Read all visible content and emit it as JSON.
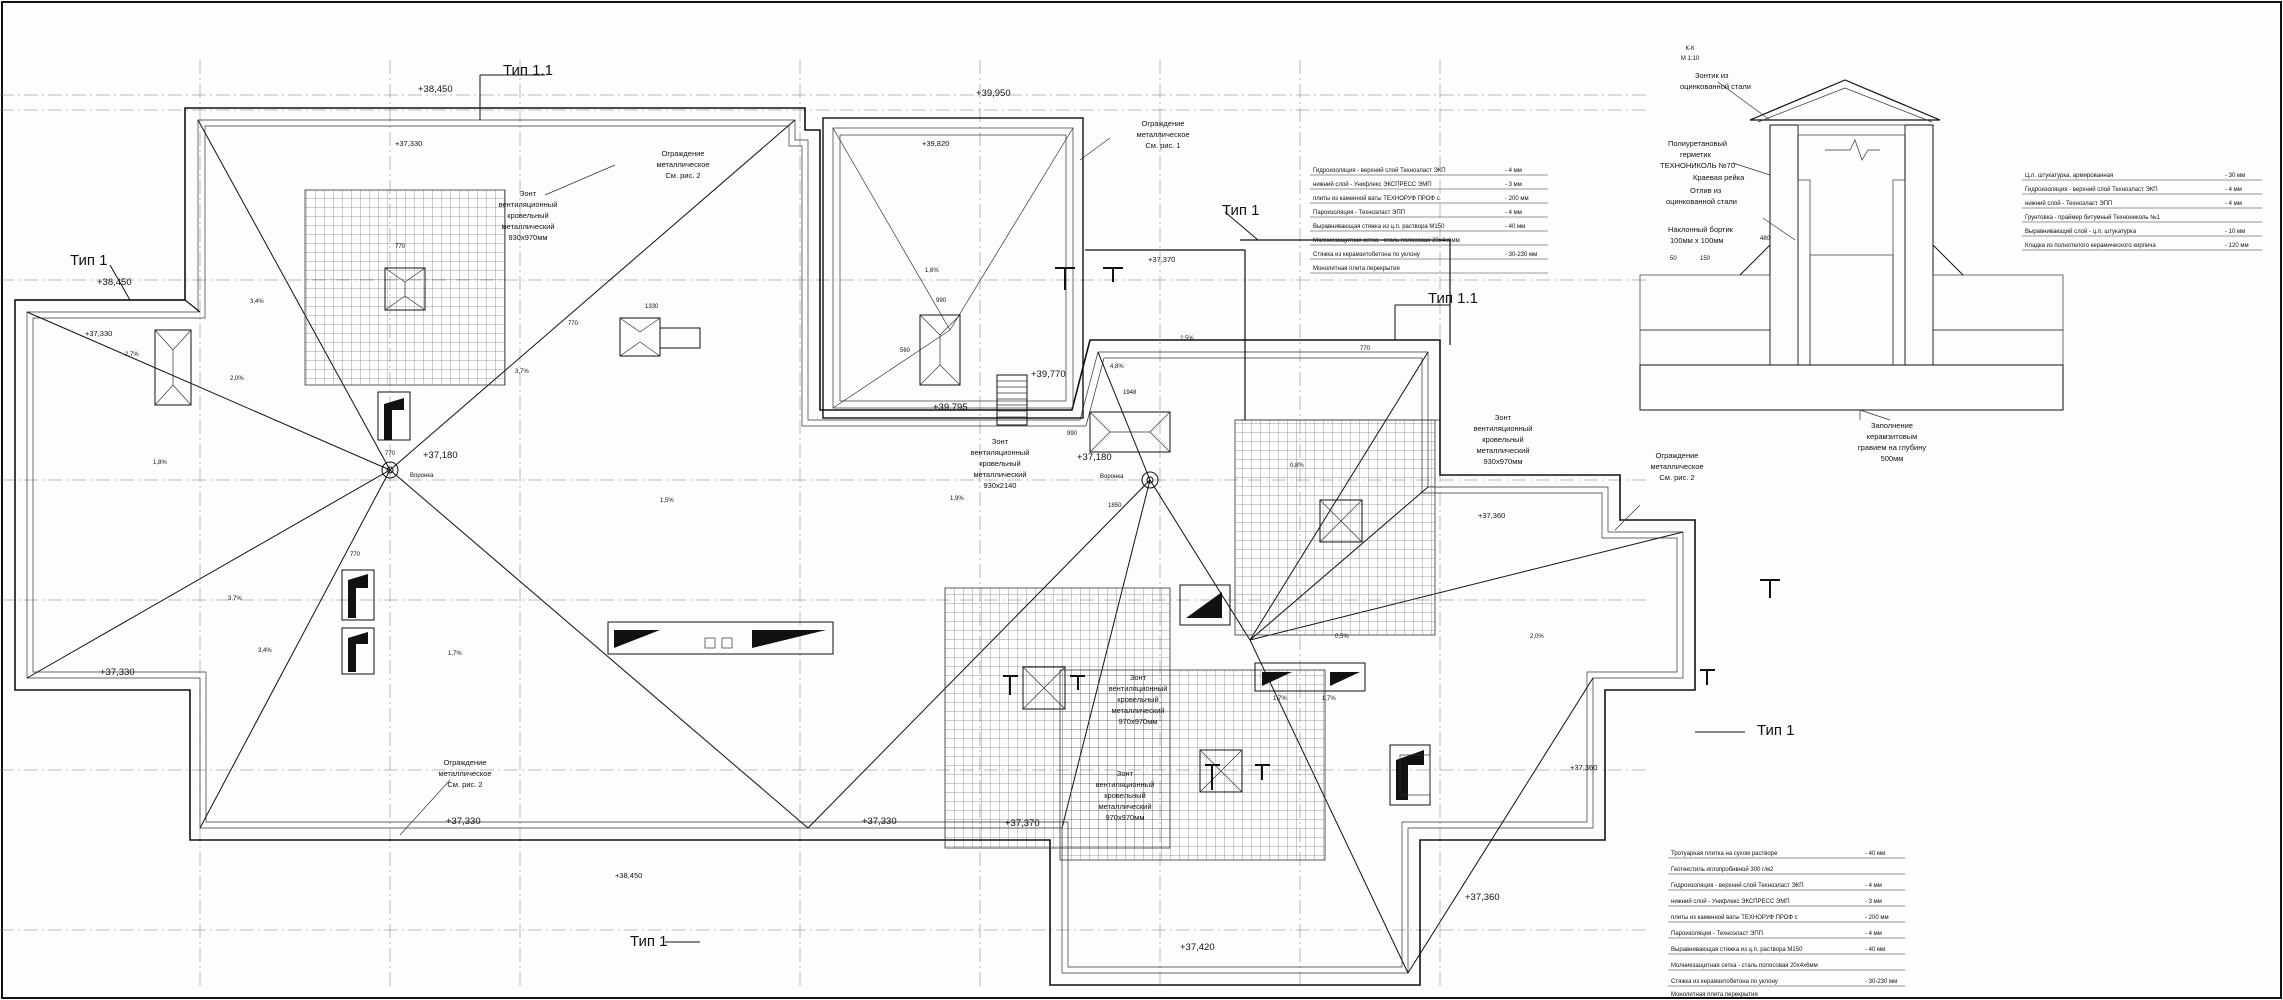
{
  "callouts": {
    "type11_top": "Тип 1.1",
    "type11_right": "Тип 1.1",
    "type1_left": "Тип 1",
    "type1_mid": "Тип 1",
    "type1_right": "Тип 1",
    "type1_bottom": "Тип 1"
  },
  "elevations": {
    "e_38450_top": "+38,450",
    "e_37330_top": "+37,330",
    "e_39950": "+39,950",
    "e_39820": "+39,820",
    "e_38450_left": "+38,450",
    "e_37330_left": "+37,330",
    "e_37180": "+37,180",
    "e_37370_mid": "+37,370",
    "e_39770": "+39,770",
    "e_39795": "+39,795",
    "e_37180_b": "+37,180",
    "e_37330_bl": "+37,330",
    "e_37330_b": "+37,330",
    "e_37330_bm": "+37,330",
    "e_37370_b": "+37,370",
    "e_38450_b": "+38,450",
    "e_37360_a": "+37,360",
    "e_37360_b": "+37,360",
    "e_37360_c": "+37,360",
    "e_37420": "+37,420"
  },
  "slopes": [
    "3,4%",
    "2,7%",
    "1,8%",
    "1,5%",
    "3,7%",
    "3,4%",
    "1,7%",
    "1,6%",
    "1,9%",
    "4,8%",
    "2,5%",
    "0,8%",
    "0,5%",
    "2,0%",
    "1,7%",
    "1,7%",
    "3,7%",
    "2,0%"
  ],
  "labels": {
    "vent1": [
      "Зонт",
      "вентиляционный",
      "кровельный",
      "металлический",
      "930х970мм"
    ],
    "vent2": [
      "Зонт",
      "вентиляционный",
      "кровельный",
      "металлический",
      "930х2140"
    ],
    "vent3": [
      "Зонт",
      "вентиляционный",
      "кровельный",
      "металлический",
      "930х970мм"
    ],
    "vent4": [
      "Зонт",
      "вентиляционный",
      "кровельный",
      "металлический",
      "970х970мм"
    ],
    "vent5": [
      "Зонт",
      "вентиляционный",
      "кровельный",
      "металлический",
      "970х970мм"
    ],
    "fence1": [
      "Ограждение",
      "металлическое",
      "См. рис. 2"
    ],
    "fence2": [
      "Ограждение",
      "металлическое",
      "См. рис. 1"
    ],
    "fence3": [
      "Ограждение",
      "металлическое",
      "См. рис. 2"
    ],
    "fence4": [
      "Ограждение",
      "металлическое",
      "См. рис. 2"
    ],
    "funnel1": "Воронка",
    "funnel2": "Воронка"
  },
  "detail": {
    "header": [
      "К-К",
      "М 1:10"
    ],
    "cap": [
      "Зонтик из",
      "оцинкованной стали"
    ],
    "sealant": [
      "Полиуретановый",
      "герметик",
      "ТЕХНОНИКОЛЬ №70"
    ],
    "rail": "Краевая рейка",
    "flashing": [
      "Отлив из",
      "оцинкованной стали"
    ],
    "fillet": [
      "Наклонный бортик",
      "100мм х 100мм"
    ],
    "fill": [
      "Заполнение",
      "керамзитовым",
      "гравием на глубину",
      "500мм"
    ],
    "dims": [
      "50",
      "150",
      "480"
    ]
  },
  "layers_wall": [
    [
      "Ц.п. штукатурка, армированная",
      "- 30 мм"
    ],
    [
      "Гидроизоляция - верхний слой Техноэласт ЭКП",
      "- 4 мм"
    ],
    [
      "нижний слой - Техноэласт ЭПП",
      "- 4 мм"
    ],
    [
      "Грунтовка - праймер битумный Технониколь №1",
      ""
    ],
    [
      "Выравнивающий слой - ц.п. штукатурка",
      "- 10 мм"
    ],
    [
      "Кладка из полнотелого керамического кирпича",
      "- 120 мм"
    ]
  ],
  "layers_roof": [
    [
      "Гидроизоляция - верхний слой Техноэласт ЭКП",
      "- 4 мм"
    ],
    [
      "нижний слой - Унифлекс ЭКСПРЕСС ЭМП",
      "- 3 мм"
    ],
    [
      "плиты из каменной ваты ТЕХНОРУФ ПРОФ с",
      "- 200 мм"
    ],
    [
      "Пароизоляция - Техноэласт ЭПП",
      "- 4 мм"
    ],
    [
      "Выравнивающая стяжка из ц.п. раствора М150",
      "- 40 мм"
    ],
    [
      "Молниезащитная сетка - сталь полосовая 20х4х6мм",
      ""
    ],
    [
      "Стяжка из керамзитобетона по уклону",
      "- 30-230 мм"
    ],
    [
      "Монолитная плита перекрытия",
      ""
    ]
  ],
  "layers_terrace": [
    [
      "Тротуарная плитка на сухом растворе",
      "- 40 мм"
    ],
    [
      "Геотекстиль иглопробивной 300 г/м2",
      ""
    ],
    [
      "Гидроизоляция - верхний слой Техноэласт ЭКП",
      "- 4 мм"
    ],
    [
      "нижний слой - Унифлекс ЭКСПРЕСС ЭМП",
      "- 3 мм"
    ],
    [
      "плиты из каменной ваты ТЕХНОРУФ ПРОФ с",
      "- 200 мм"
    ],
    [
      "Пароизоляция - Техноэласт ЭПП",
      "- 4 мм"
    ],
    [
      "Выравнивающая стяжка из ц.п. раствора М150",
      "- 40 мм"
    ],
    [
      "Молниезащитная сетка - сталь полосовая 20х4х6мм",
      ""
    ],
    [
      "Стяжка из керамзитобетона по уклону",
      "- 30-230 мм"
    ],
    [
      "Монолитная плита перекрытия",
      ""
    ]
  ],
  "dims_small": [
    "770",
    "770",
    "770",
    "1330",
    "770",
    "990",
    "560",
    "1948",
    "1850",
    "990",
    "770"
  ]
}
